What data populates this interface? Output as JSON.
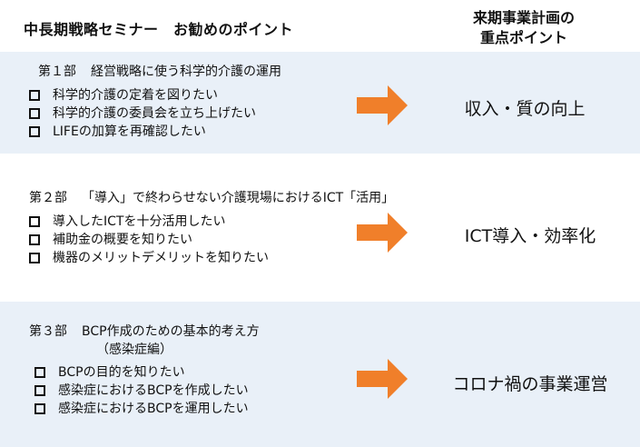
{
  "header": {
    "left_title": "中長期戦略セミナー　お勧めのポイント",
    "right_title_line1": "来期事業計画の",
    "right_title_line2": "重点ポイント"
  },
  "colors": {
    "band": "#e9f0f8",
    "arrow": "#f07f2a",
    "text": "#111111"
  },
  "sections": [
    {
      "number": "第１部",
      "title": "経営戦略に使う科学的介護の運用",
      "subtitle": "",
      "items": [
        "科学的介護の定着を図りたい",
        "科学的介護の委員会を立ち上げたい",
        "LIFEの加算を再確認したい"
      ],
      "result": "収入・質の向上"
    },
    {
      "number": "第２部",
      "title": "「導入」で終わらせない介護現場におけるICT「活用」",
      "subtitle": "",
      "items": [
        "導入したICTを十分活用したい",
        "補助金の概要を知りたい",
        "機器のメリットデメリットを知りたい"
      ],
      "result": "ICT導入・効率化"
    },
    {
      "number": "第３部",
      "title": "BCP作成のための基本的考え方",
      "subtitle": "（感染症編）",
      "items": [
        "BCPの目的を知りたい",
        "感染症におけるBCPを作成したい",
        "感染症におけるBCPを運用したい"
      ],
      "result": "コロナ禍の事業運営"
    }
  ]
}
